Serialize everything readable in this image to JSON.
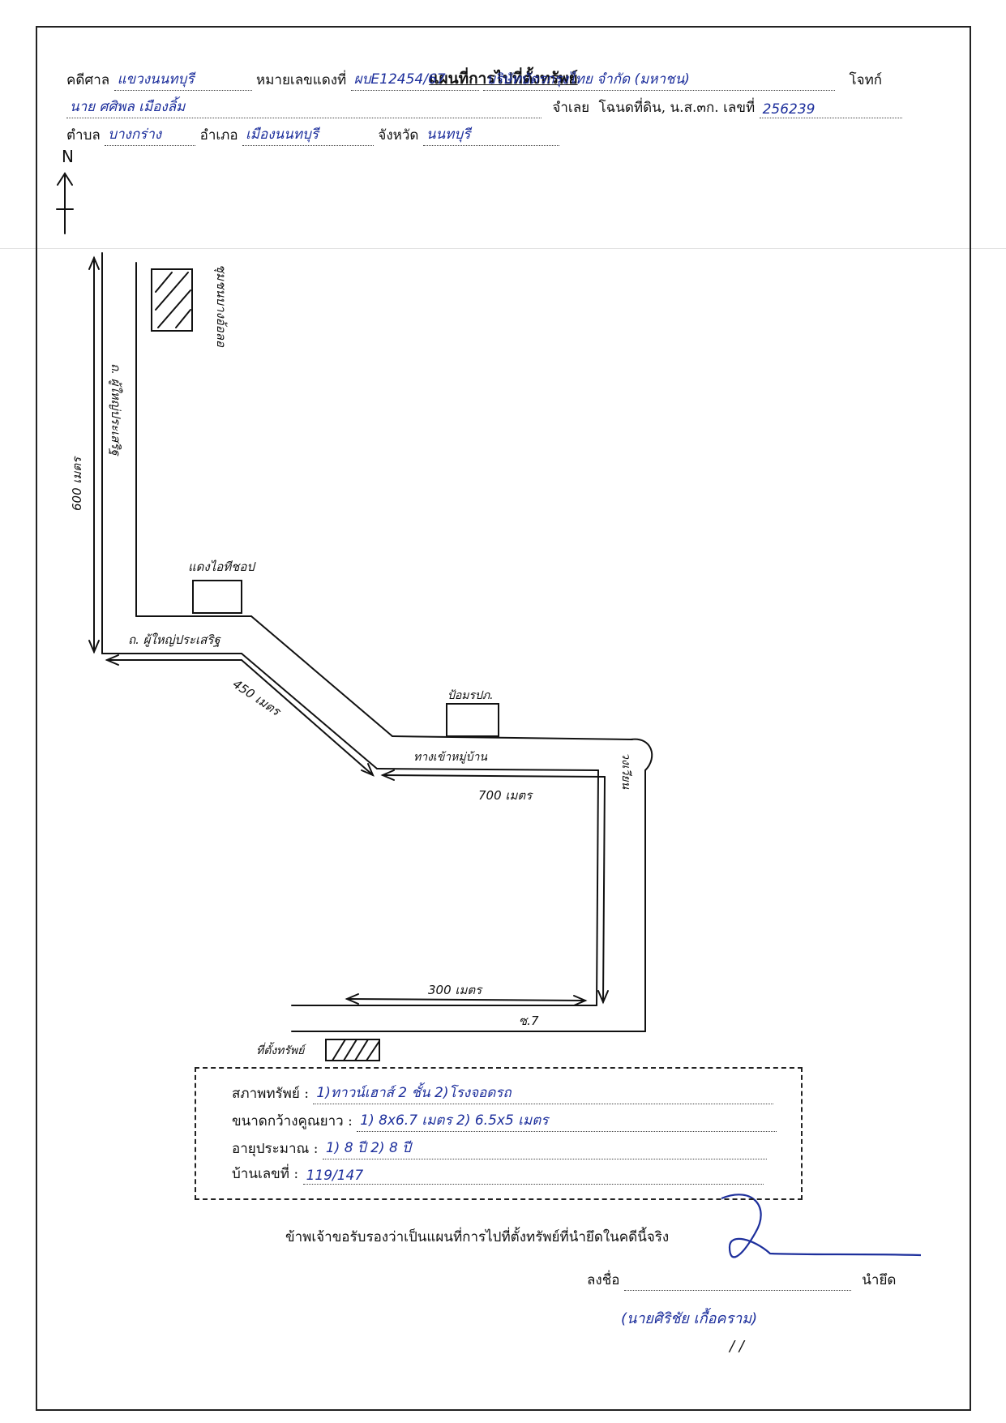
{
  "header": {
    "title": "แผนที่การไปที่ตั้งทรัพย์",
    "court_label": "คดีศาล",
    "court_value": "แขวงนนทบุรี",
    "case_no_label": "หมายเลขแดงที่",
    "case_no_value": "ผบE12454/67",
    "plaintiff_value": "บริษัทบัตรกรุงไทย จำกัด (มหาชน)",
    "plaintiff_label": "โจทก์",
    "defendant_value": "นาย ศศิพล เมืองลิ้ม",
    "defendant_label": "จำเลย",
    "deed_label": "โฉนดที่ดิน, น.ส.๓ก. เลขที่",
    "deed_value": "256239",
    "subdistrict_label": "ตำบล",
    "subdistrict_value": "บางกร่าง",
    "district_label": "อำเภอ",
    "district_value": "เมืองนนทบุรี",
    "province_label": "จังหวัด",
    "province_value": "นนทบุรี"
  },
  "map": {
    "north_label": "N",
    "top_building_label": "ชุมชนบางอ้อลอ",
    "road1_label": "ถ. ผู้ใหญ่ประเสริฐ",
    "dist1_label": "600 เมตร",
    "shop_label": "แดงไอทีชอป",
    "road2_label": "ถ. ผู้ใหญ่ประเสริฐ",
    "dist2_label": "450 เมตร",
    "police_label": "ป้อมรปภ.",
    "entrance_label": "ทางเข้าหมู่บ้าน",
    "dist3_label": "700 เมตร",
    "roundabout_label": "วงเวียน",
    "dist4_label": "300 เมตร",
    "soi_label": "ซ.7",
    "property_label": "ที่ตั้งทรัพย์"
  },
  "property_info": {
    "condition_label": "สภาพทรัพย์ :",
    "condition_value": "1)ทาวน์เฮาส์ 2 ชั้น 2)โรงจอดรถ",
    "size_label": "ขนาดกว้างคูณยาว :",
    "size_value": "1) 8x6.7 เมตร 2) 6.5x5 เมตร",
    "age_label": "อายุประมาณ :",
    "age_value": "1) 8 ปี 2) 8 ปี",
    "house_no_label": "บ้านเลขที่ :",
    "house_no_value": "119/147"
  },
  "certification": {
    "statement": "ข้าพเจ้าขอรับรองว่าเป็นแผนที่การไปที่ตั้งทรัพย์ที่นำยึดในคดีนี้จริง",
    "sign_label": "ลงชื่อ",
    "role_label": "นำยึด",
    "name_value": "(นายศิริชัย เกื้อคราม)",
    "date_value": "/ /"
  }
}
